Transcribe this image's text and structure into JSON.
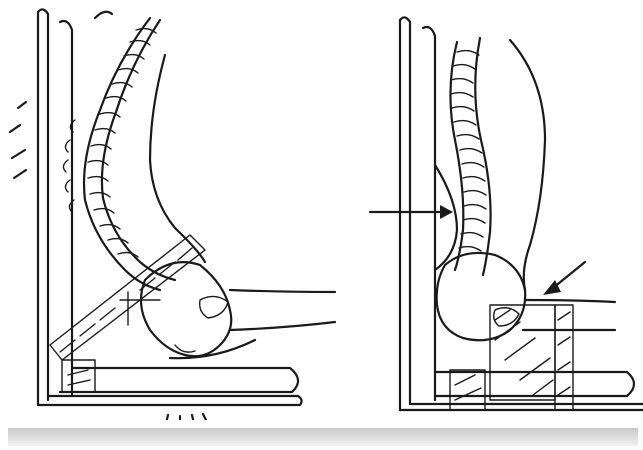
{
  "figure": {
    "left_panel": {
      "subject": "spine-slumped-in-chair",
      "impact_marks": true
    },
    "right_panel": {
      "subject": "spine-supported-upright-with-lumbar-support",
      "arrows": 2
    }
  }
}
